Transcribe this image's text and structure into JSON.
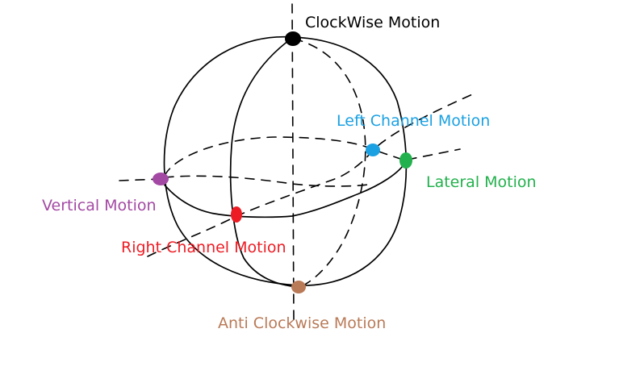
{
  "diagram": {
    "labels": {
      "clockwise": "ClockWise Motion",
      "left_channel": "Left Channel Motion",
      "lateral": "Lateral Motion",
      "vertical": "Vertical Motion",
      "right_channel": "Right Channel Motion",
      "anti_clockwise": "Anti Clockwise Motion"
    },
    "colors": {
      "clockwise": "#000000",
      "left_channel": "#1BA1E2",
      "lateral": "#22B14C",
      "vertical": "#A349A4",
      "right_channel": "#ED1C24",
      "anti_clockwise": "#B97A57"
    }
  }
}
